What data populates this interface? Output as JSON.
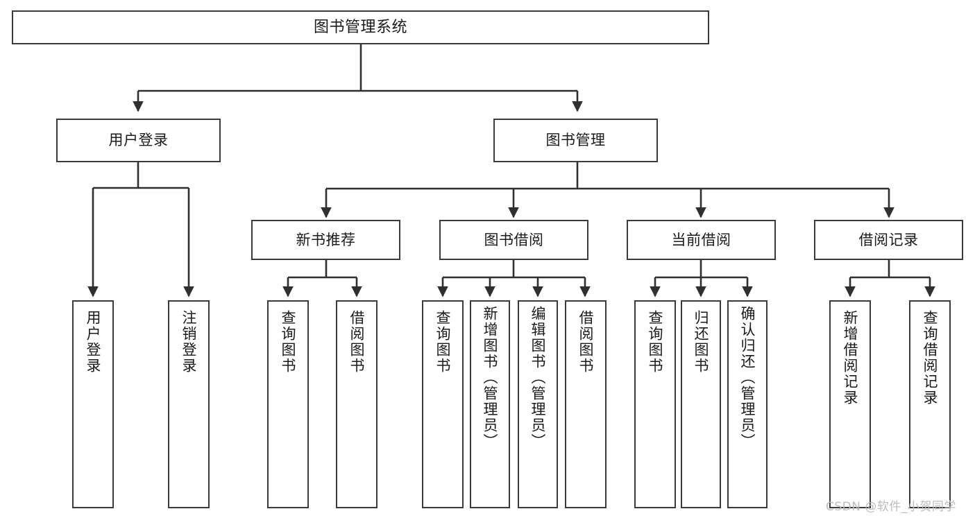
{
  "diagram": {
    "type": "tree-hierarchy",
    "title": "图书管理系统",
    "orientation": "top-down",
    "edge_style": "orthogonal-elbow-with-arrowheads",
    "colors": {
      "box_border": "#3a3a3a",
      "box_fill": "#ffffff",
      "line": "#2f2f2f",
      "text": "#1a1a1a",
      "watermark": "#b9b9b9",
      "background": "#ffffff"
    }
  },
  "root": {
    "id": "root",
    "label": "图书管理系统"
  },
  "level2": [
    {
      "id": "user-login",
      "label": "用户登录"
    },
    {
      "id": "book-manage",
      "label": "图书管理"
    }
  ],
  "level3": [
    {
      "id": "new-book-rec",
      "label": "新书推荐"
    },
    {
      "id": "book-borrow",
      "label": "图书借阅"
    },
    {
      "id": "current-borrow",
      "label": "当前借阅"
    },
    {
      "id": "borrow-record",
      "label": "借阅记录"
    }
  ],
  "leaves": {
    "user_login": [
      {
        "id": "leaf-user-login",
        "label": "用户登录"
      },
      {
        "id": "leaf-logout",
        "label": "注销登录"
      }
    ],
    "new_book_rec": [
      {
        "id": "leaf-query-book-1",
        "label": "查询图书"
      },
      {
        "id": "leaf-borrow-book-1",
        "label": "借阅图书"
      }
    ],
    "book_borrow": [
      {
        "id": "leaf-query-book-2",
        "label": "查询图书"
      },
      {
        "id": "leaf-add-book",
        "label": "新增图书（管理员）"
      },
      {
        "id": "leaf-edit-book",
        "label": "编辑图书（管理员）"
      },
      {
        "id": "leaf-borrow-book-2",
        "label": "借阅图书"
      }
    ],
    "current_borrow": [
      {
        "id": "leaf-query-book-3",
        "label": "查询图书"
      },
      {
        "id": "leaf-return-book",
        "label": "归还图书"
      },
      {
        "id": "leaf-confirm-return",
        "label": "确认归还（管理员）"
      }
    ],
    "borrow_record": [
      {
        "id": "leaf-add-record",
        "label": "新增借阅记录"
      },
      {
        "id": "leaf-query-record",
        "label": "查询借阅记录"
      }
    ]
  },
  "watermark": {
    "text": "CSDN @软件_小贺同学"
  }
}
